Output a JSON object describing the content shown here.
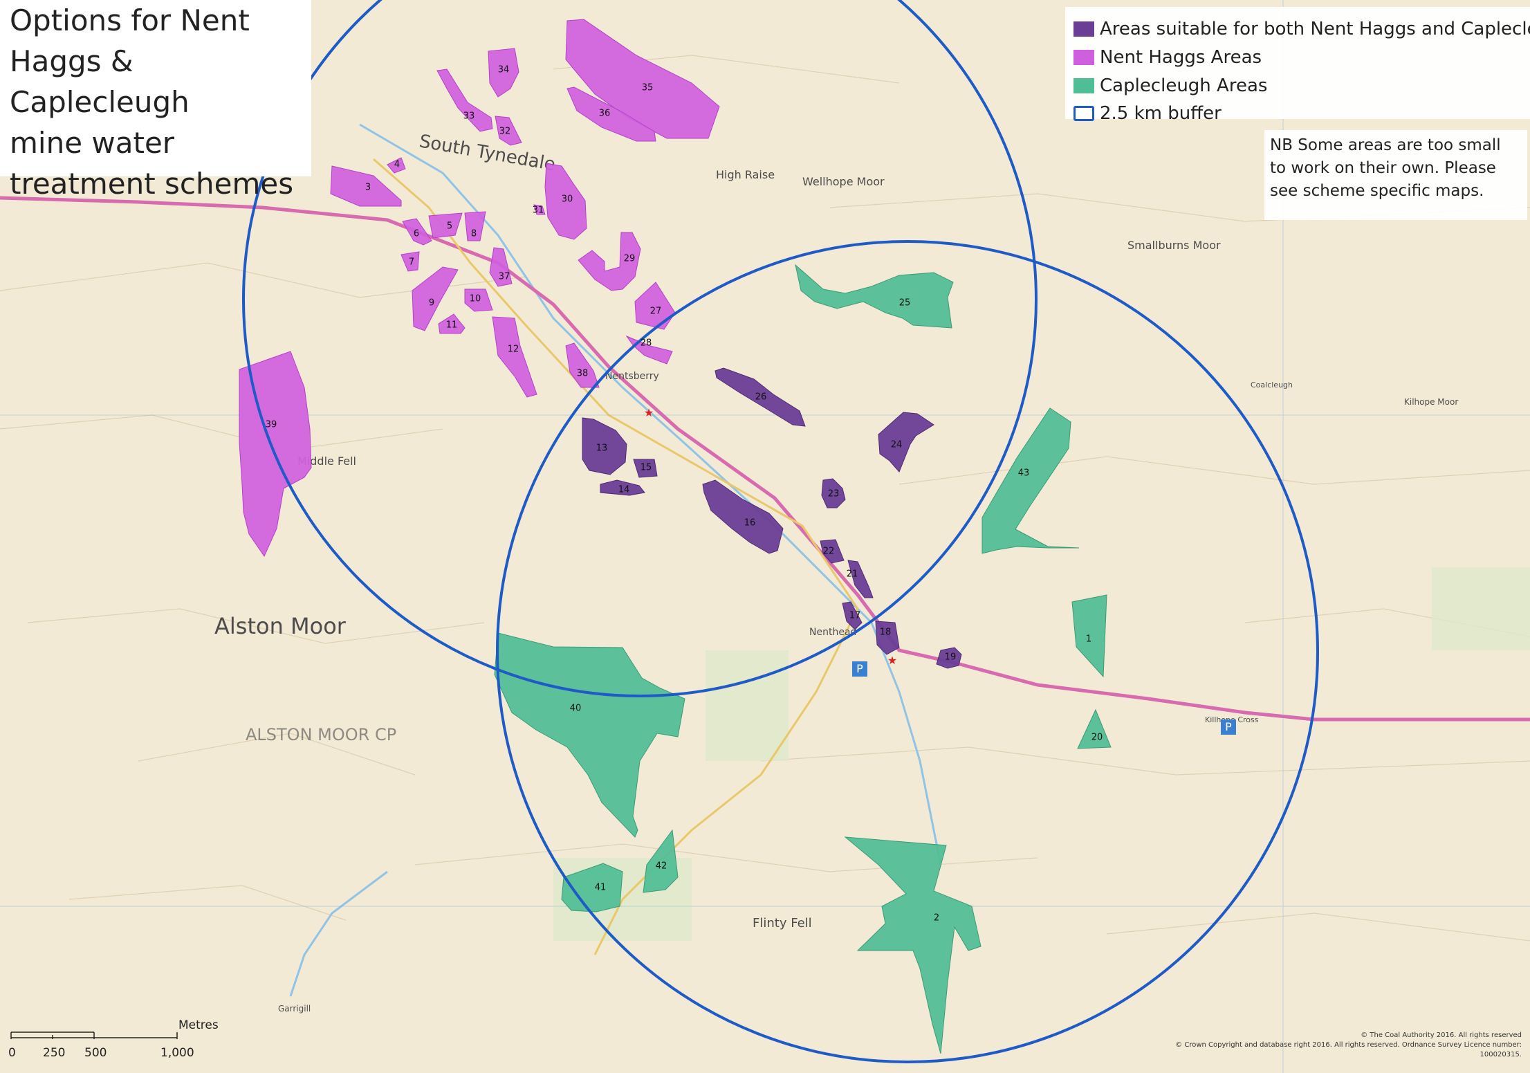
{
  "title": [
    "Options for Nent",
    "Haggs & Caplecleugh",
    "mine water",
    "treatment schemes"
  ],
  "legend": [
    {
      "label": "Areas suitable for both Nent Haggs and Caplecleugh",
      "color": "#6a3d96",
      "type": "fill"
    },
    {
      "label": "Nent Haggs Areas",
      "color": "#d05fe0",
      "type": "fill"
    },
    {
      "label": "Caplecleugh Areas",
      "color": "#4fbd95",
      "type": "fill"
    },
    {
      "label": "2.5 km buffer",
      "color": "#1e5bc6",
      "type": "outline"
    }
  ],
  "note": [
    "NB Some areas are too small",
    "to work on their own. Please",
    "see scheme specific maps."
  ],
  "scale": {
    "unit": "Metres",
    "ticks": [
      "0",
      "250",
      "500",
      "1,000"
    ]
  },
  "copyright": [
    "© The Coal Authority 2016. All rights reserved",
    "© Crown Copyright and database right 2016. All rights reserved. Ordnance Survey Licence number: 100020315."
  ],
  "place_names": {
    "south_tynedale": "South Tynedale",
    "alston_moor": "Alston Moor",
    "alston_moor_cp": "ALSTON MOOR CP",
    "middle_fell": "Middle Fell",
    "wellhope_moor": "Wellhope Moor",
    "high_raise": "High Raise",
    "flinty_fell": "Flinty Fell",
    "smallburns_moor": "Smallburns Moor",
    "nentsberry": "Nentsberry",
    "nenthead": "Nenthead",
    "killhope_cross": "Killhope Cross",
    "coalcleugh": "Coalcleugh",
    "garrigill": "Garrigill",
    "kilhope_moor": "Kilhope Moor"
  },
  "colors": {
    "both": "#6a3d96",
    "nent": "#d05fe0",
    "cap": "#4fbd95",
    "buffer": "#1e5bc6",
    "road": "#d86bb0",
    "base": "#f3ead6"
  }
}
